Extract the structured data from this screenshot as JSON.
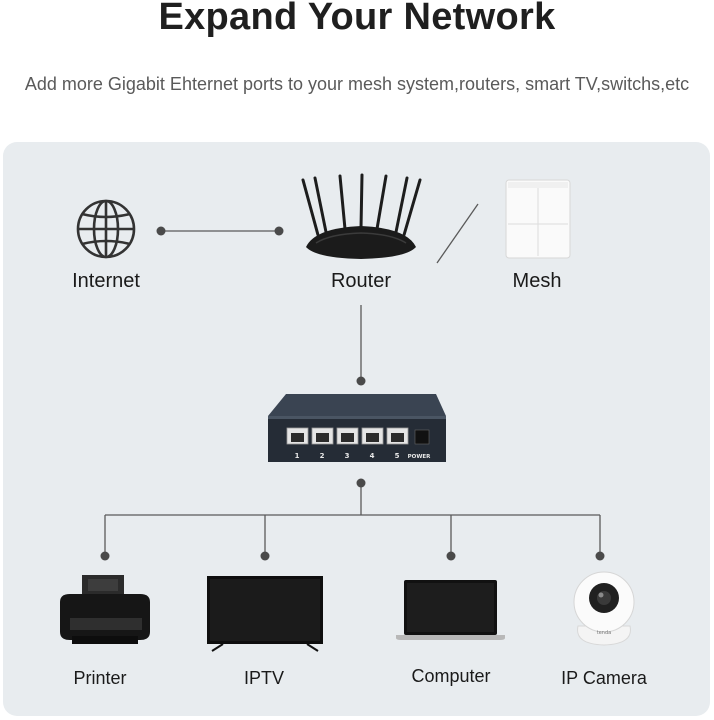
{
  "header": {
    "title": "Expand Your Network",
    "subtitle": "Add more Gigabit Ehternet ports to your mesh system,routers, smart TV,switchs,etc"
  },
  "nodes": {
    "internet": "Internet",
    "router": "Router",
    "mesh": "Mesh",
    "printer": "Printer",
    "iptv": "IPTV",
    "computer": "Computer",
    "ip_camera": "IP Camera"
  },
  "switch": {
    "port_numbers": [
      "1",
      "2",
      "3",
      "4",
      "5"
    ],
    "power_label": "POWER"
  },
  "camera_brand": "tenda",
  "colors": {
    "panel": "#e8ecef",
    "line": "#5a5a5a",
    "dot": "#4a4a4a"
  },
  "icons": [
    "globe-icon",
    "router-icon",
    "mesh-node-icon",
    "switch-icon",
    "printer-icon",
    "tv-icon",
    "laptop-icon",
    "camera-icon"
  ]
}
